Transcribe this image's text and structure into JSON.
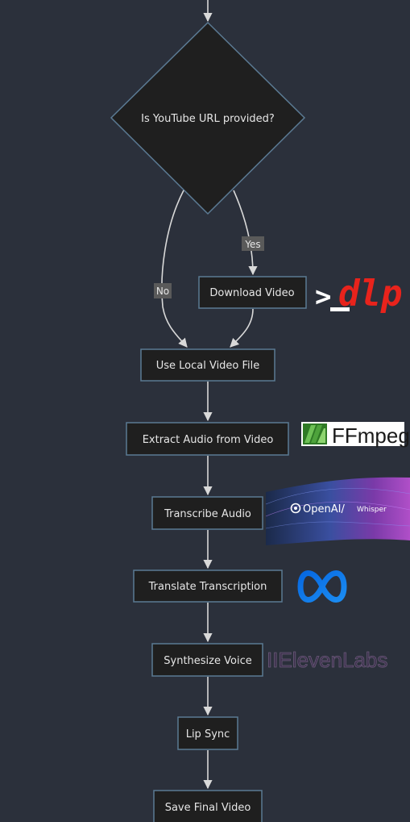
{
  "diagram": {
    "decision": "Is YouTube URL provided?",
    "edge_yes": "Yes",
    "edge_no": "No",
    "nodes": {
      "download": "Download Video",
      "local": "Use Local Video File",
      "extract": "Extract Audio from Video",
      "transcribe": "Transcribe Audio",
      "translate": "Translate Transcription",
      "synthesize": "Synthesize Voice",
      "lipsync": "Lip Sync",
      "save": "Save Final Video"
    }
  },
  "logos": {
    "ytdlp": {
      "prompt": ">",
      "name": "dlp",
      "color": "#e8231c"
    },
    "ffmpeg": {
      "name": "FFmpeg",
      "color": "#1a1a1a",
      "icon_color": "#3a8c2e"
    },
    "openai": {
      "name": "OpenAI/",
      "suffix": "Whisper"
    },
    "meta": {
      "icon": "meta-infinity-icon",
      "color": "#1877f2"
    },
    "elevenlabs": {
      "name": "IIElevenLabs",
      "color": "#6b5a7a"
    }
  }
}
